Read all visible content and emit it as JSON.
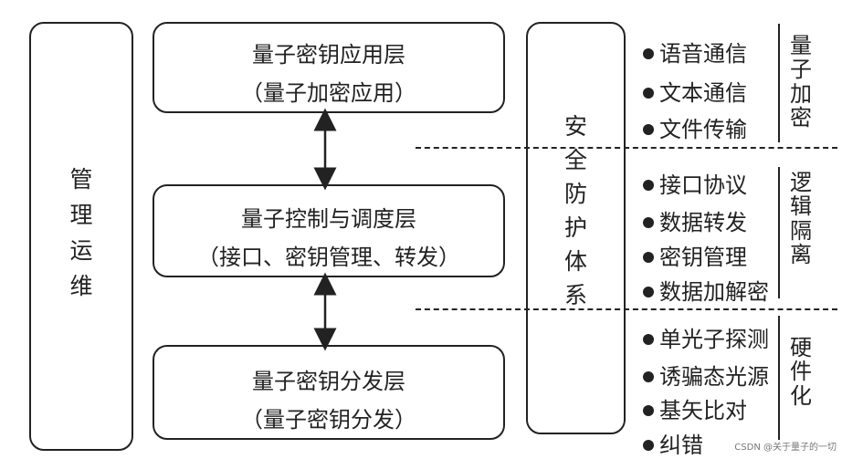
{
  "left_column": {
    "label_chars": [
      "管",
      "理",
      "运",
      "维"
    ]
  },
  "layers": [
    {
      "title": "量子密钥应用层",
      "subtitle": "（量子加密应用）"
    },
    {
      "title": "量子控制与调度层",
      "subtitle": "（接口、密钥管理、转发）"
    },
    {
      "title": "量子密钥分发层",
      "subtitle": "（量子密钥分发）"
    }
  ],
  "security_column": {
    "label_chars": [
      "安",
      "全",
      "防",
      "护",
      "体",
      "系"
    ]
  },
  "groups": [
    {
      "category_chars": [
        "量",
        "子",
        "加",
        "密"
      ],
      "items": [
        "语音通信",
        "文本通信",
        "文件传输"
      ]
    },
    {
      "category_chars": [
        "逻",
        "辑",
        "隔",
        "离"
      ],
      "items": [
        "接口协议",
        "数据转发",
        "密钥管理",
        "数据加解密"
      ]
    },
    {
      "category_chars": [
        "硬",
        "件",
        "化"
      ],
      "items": [
        "单光子探测",
        "诱骗态光源",
        "基矢比对",
        "纠错"
      ]
    }
  ],
  "watermark": "CSDN @关于量子的一切"
}
